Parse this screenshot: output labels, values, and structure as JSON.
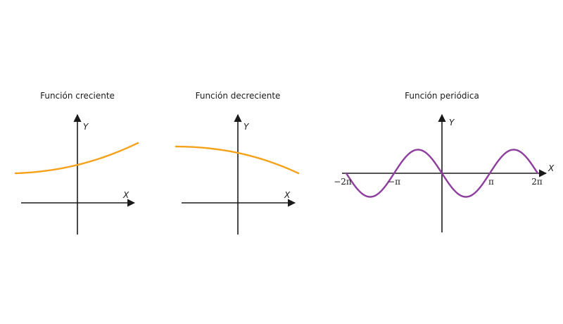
{
  "colors": {
    "orange": "#F4A21A",
    "purple": "#8E3E9E",
    "axis": "#1a1a1a"
  },
  "panels": [
    {
      "title": "Función creciente",
      "x_axis_label": "X",
      "y_axis_label": "Y",
      "curve_kind": "increasing",
      "curve_color": "orange"
    },
    {
      "title": "Función decreciente",
      "x_axis_label": "X",
      "y_axis_label": "Y",
      "curve_kind": "decreasing",
      "curve_color": "orange"
    },
    {
      "title": "Función periódica",
      "x_axis_label": "X",
      "y_axis_label": "Y",
      "curve_kind": "periodic",
      "curve_color": "purple",
      "ticks": [
        "−2π",
        "−π",
        "π",
        "2π"
      ]
    }
  ]
}
